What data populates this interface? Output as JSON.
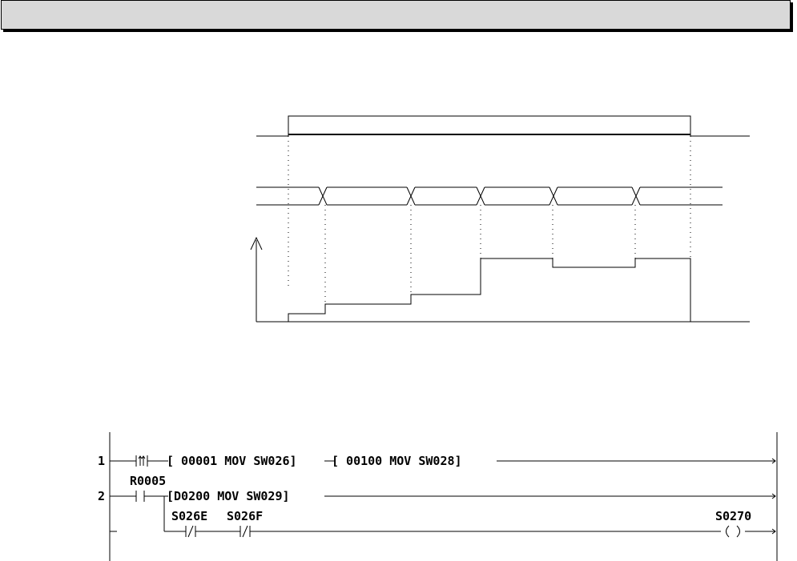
{
  "ladder": {
    "rung1": {
      "number": "1",
      "instr1": "[ 00001 MOV SW026]",
      "instr2": "[ 00100 MOV SW028]"
    },
    "rung2": {
      "number": "2",
      "contact_r0005": "R0005",
      "instr": "[D0200  MOV SW029]",
      "contact_s026e": "S026E",
      "contact_s026f": "S026F",
      "coil_s0270": "S0270"
    }
  }
}
